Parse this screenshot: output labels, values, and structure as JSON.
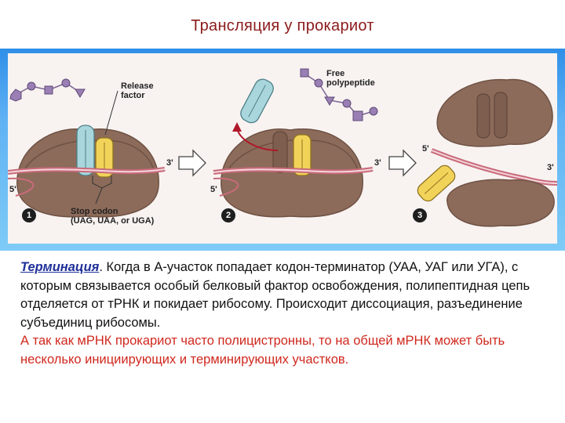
{
  "slide": {
    "title": "Трансляция у прокариот"
  },
  "figure": {
    "labels": {
      "release_factor": "Release\nfactor",
      "free_polypeptide": "Free\npolypeptide",
      "stop_codon": "Stop codon\n(UAG, UAA, or UGA)",
      "five_prime": "5'",
      "three_prime": "3'"
    },
    "steps": [
      "1",
      "2",
      "3"
    ],
    "colors": {
      "ribosome": "#8c6b5a",
      "ribosome_dark": "#6f5244",
      "trna": "#a8d6dc",
      "release_factor": "#f2d35a",
      "mrna": "#c96a7a",
      "polypeptide": "#9a7fb4",
      "arrow": "#b0182a"
    }
  },
  "text": {
    "term": "Терминация",
    "body": ". Когда в А-участок попадает кодон-терминатор (УАА, УАГ или УГА), с которым связывается особый белковый фактор освобождения, полипептидная цепь отделяется от тРНК и покидает рибосому. Происходит диссоциация, разъединение субъединиц рибосомы.",
    "note": "А так как мРНК прокариот часто полицистронны, то на общей мРНК может быть несколько инициирующих и терминирующих участков."
  }
}
